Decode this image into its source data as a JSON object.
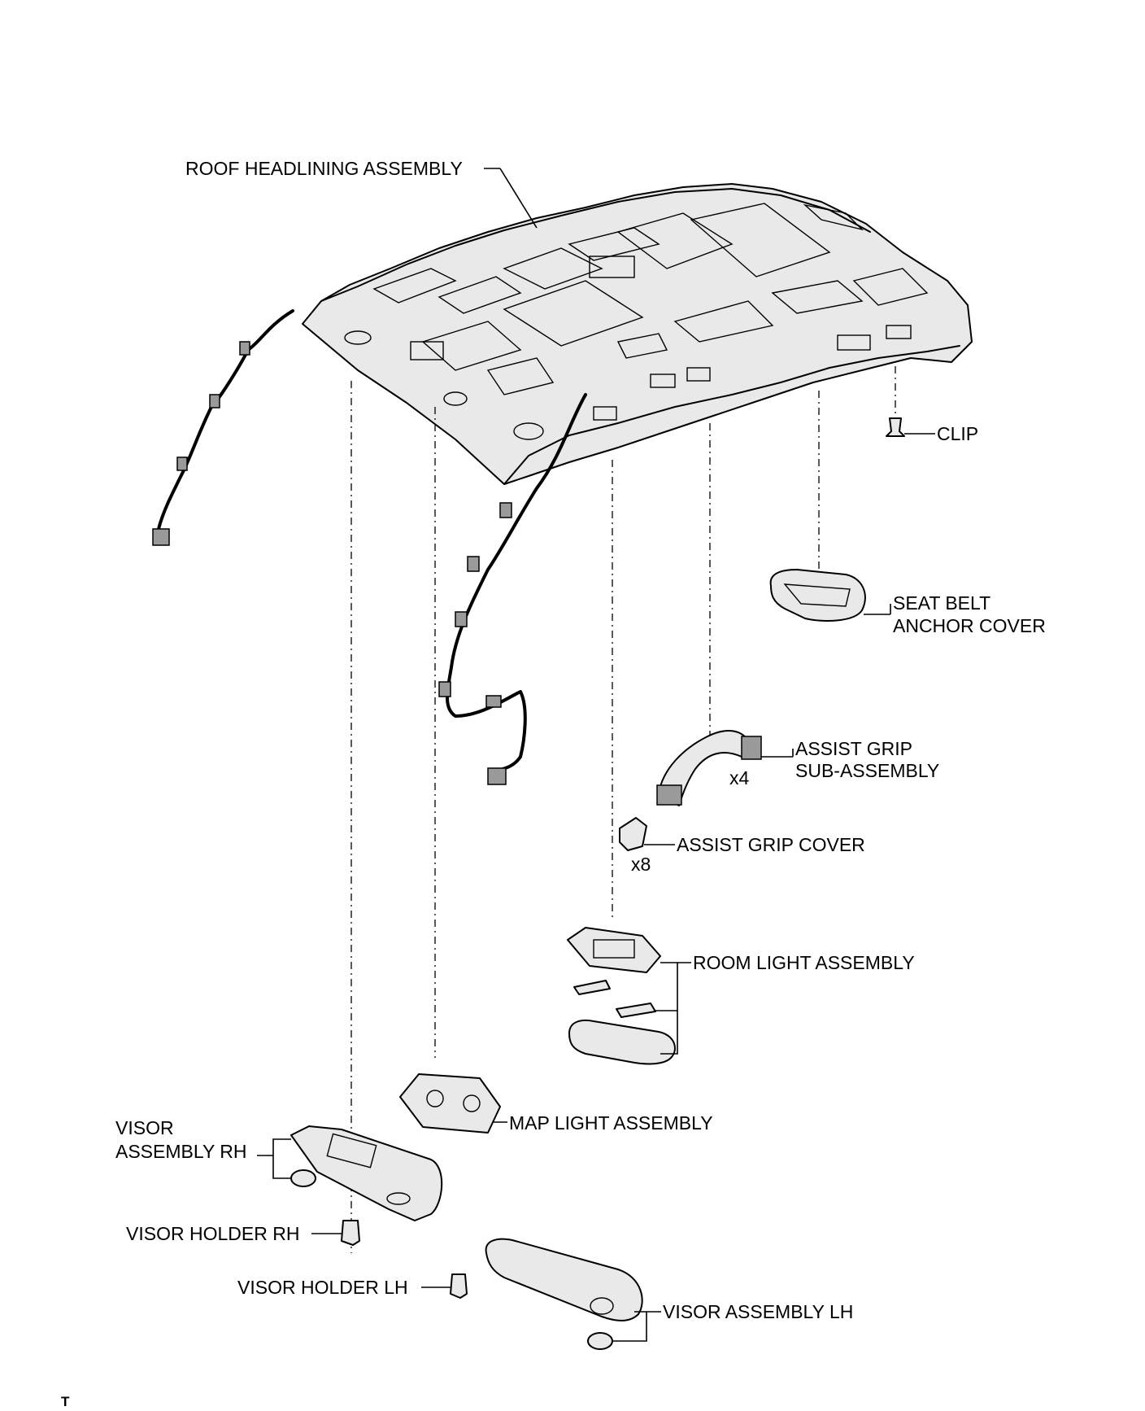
{
  "labels": {
    "roof_headlining": "ROOF HEADLINING ASSEMBLY",
    "clip": "CLIP",
    "seat_belt_1": "SEAT BELT",
    "seat_belt_2": "ANCHOR COVER",
    "assist_grip_1": "ASSIST GRIP",
    "assist_grip_2": "SUB-ASSEMBLY",
    "assist_grip_qty": "x4",
    "assist_grip_cover": "ASSIST GRIP COVER",
    "assist_grip_cover_qty": "x8",
    "room_light": "ROOM LIGHT ASSEMBLY",
    "map_light": "MAP LIGHT ASSEMBLY",
    "visor_rh_1": "VISOR",
    "visor_rh_2": "ASSEMBLY RH",
    "visor_holder_rh": "VISOR HOLDER RH",
    "visor_holder_lh": "VISOR HOLDER LH",
    "visor_lh": "VISOR ASSEMBLY LH",
    "corner_mark": "T"
  },
  "colors": {
    "line": "#000000",
    "part_fill": "#e9e9e9",
    "background": "#ffffff"
  }
}
